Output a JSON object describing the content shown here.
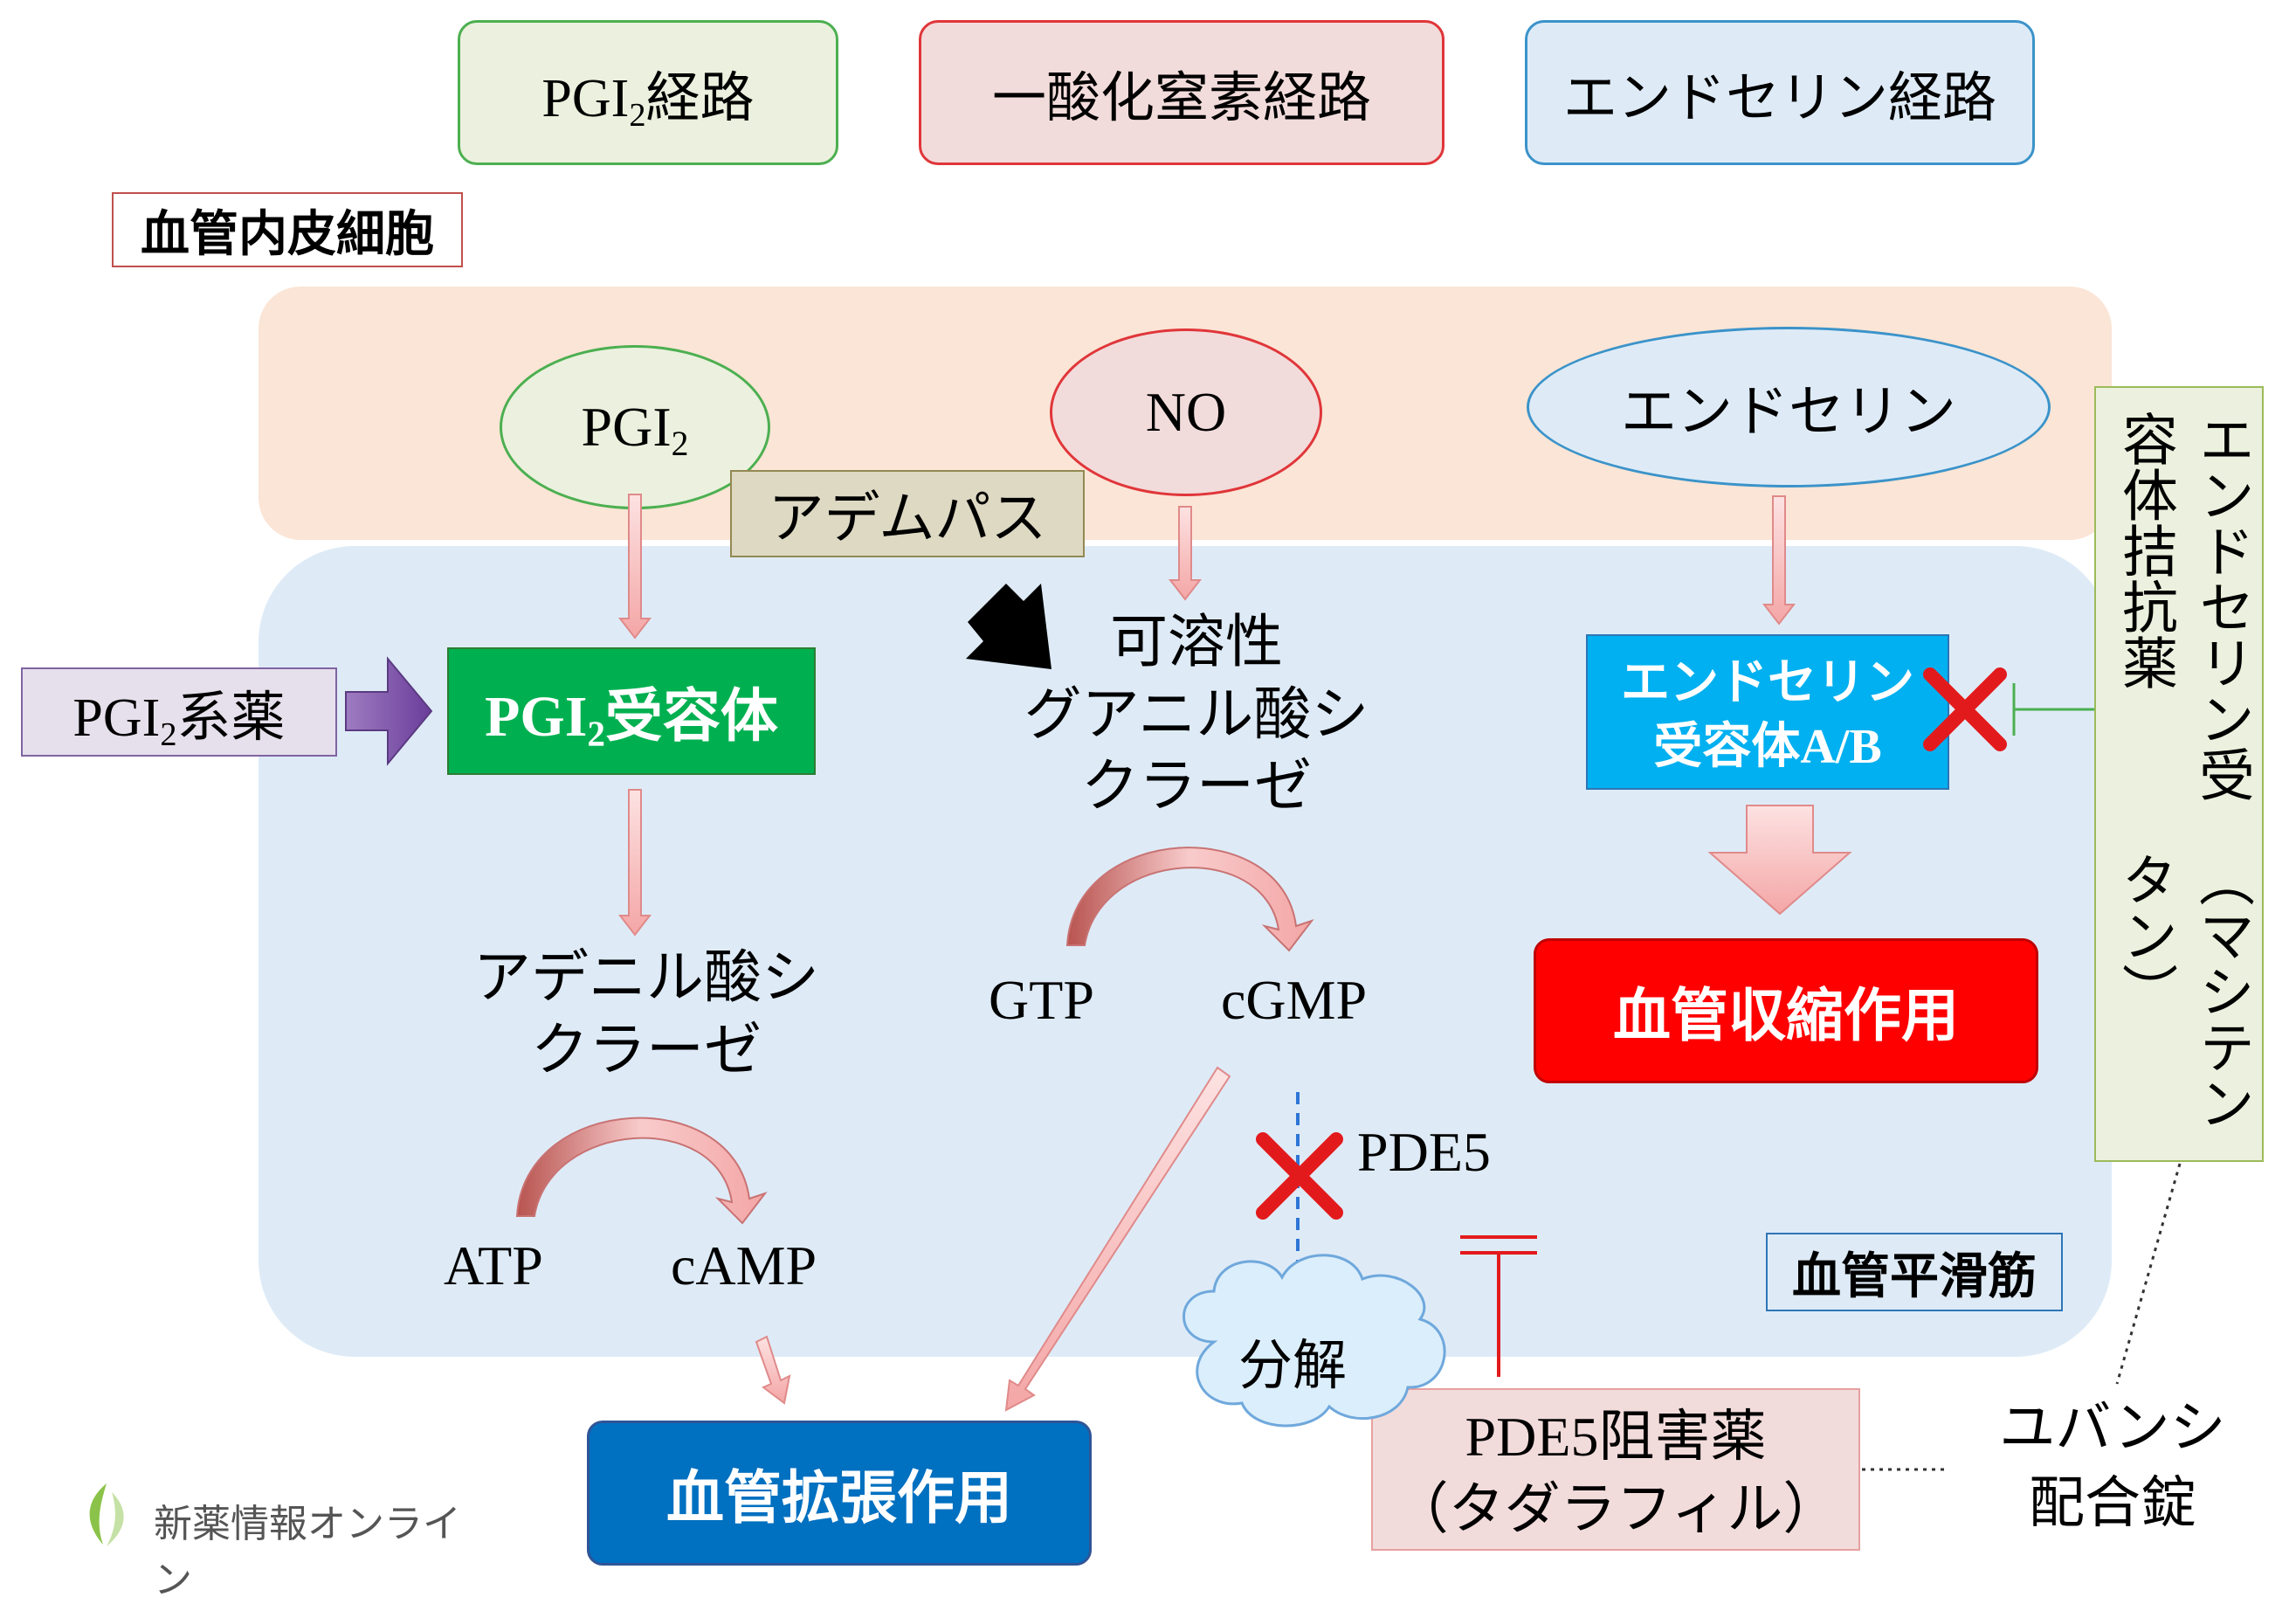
{
  "pathways": {
    "pgi2": "PGI",
    "pgi2_sub": "2",
    "pgi2_suffix": "経路",
    "no": "一酸化窒素経路",
    "endothelin": "エンドセリン経路"
  },
  "labels": {
    "endothelial_cell": "血管内皮細胞",
    "smooth_muscle": "血管平滑筋"
  },
  "mediators": {
    "pgi2": "PGI",
    "pgi2_sub": "2",
    "no": "NO",
    "endothelin": "エンドセリン"
  },
  "drugs": {
    "adempas": "アデムパス",
    "pgi2_drug": "PGI",
    "pgi2_drug_sub": "2",
    "pgi2_drug_suffix": "系薬",
    "era_line1": "エンドセリン受容体拮抗薬",
    "era_line2": "（マシテンタン）",
    "pde5_line1": "PDE5阻害薬",
    "pde5_line2": "（タダラフィル）",
    "uvansi_line1": "ユバンシ",
    "uvansi_line2": "配合錠"
  },
  "pgi2_branch": {
    "receptor": "PGI",
    "receptor_sub": "2",
    "receptor_suffix": "受容体",
    "enzyme_line1": "アデニル酸シ",
    "enzyme_line2": "クラーゼ",
    "substrate": "ATP",
    "product": "cAMP"
  },
  "no_branch": {
    "enzyme_line1": "可溶性",
    "enzyme_line2": "グアニル酸シ",
    "enzyme_line3": "クラーゼ",
    "substrate": "GTP",
    "product": "cGMP",
    "pde5": "PDE5",
    "degradation": "分解"
  },
  "et_branch": {
    "receptor_line1": "エンドセリン",
    "receptor_line2": "受容体A/B"
  },
  "effects": {
    "vasodilation": "血管拡張作用",
    "vasoconstriction": "血管収縮作用"
  },
  "logo": {
    "text": "新薬情報オンライン"
  },
  "colors": {
    "pgi2_green": "#00b050",
    "endothelin_blue": "#00b0f0",
    "constriction_red": "#ff0000",
    "dilation_blue": "#0070c0",
    "cross_red": "#e31a1c"
  }
}
